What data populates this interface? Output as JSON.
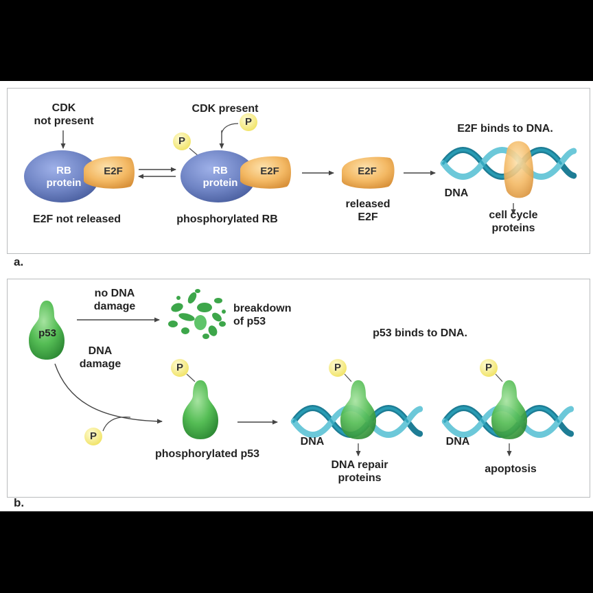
{
  "panel_a": {
    "letter": "a.",
    "cdk_not_present": [
      "CDK",
      "not present"
    ],
    "rb_protein": [
      "RB",
      "protein"
    ],
    "e2f": "E2F",
    "e2f_not_released": "E2F not released",
    "cdk_present": "CDK present",
    "phosphate": "P",
    "phosphorylated_rb": "phosphorylated RB",
    "released_e2f": [
      "released",
      "E2F"
    ],
    "e2f_binds_dna": "E2F binds to DNA.",
    "dna": "DNA",
    "cell_cycle_proteins": [
      "cell cycle",
      "proteins"
    ]
  },
  "panel_b": {
    "letter": "b.",
    "p53": "p53",
    "no_dna_damage": [
      "no DNA",
      "damage"
    ],
    "breakdown_of_p53": [
      "breakdown",
      "of p53"
    ],
    "dna_damage": [
      "DNA",
      "damage"
    ],
    "phosphate": "P",
    "phosphorylated_p53": "phosphorylated p53",
    "p53_binds_dna": "p53 binds to DNA.",
    "dna": "DNA",
    "dna_repair_proteins": [
      "DNA repair",
      "proteins"
    ],
    "apoptosis": "apoptosis"
  },
  "colors": {
    "rb_blue": "#6f84c4",
    "e2f_orange": "#f3b863",
    "p53_green": "#55bd55",
    "phosphate_yellow": "#f8f08a",
    "dna_teal": "#2aa3ba",
    "panel_border": "#b9bbbd"
  }
}
